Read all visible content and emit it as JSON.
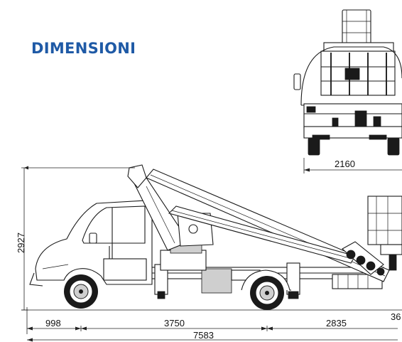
{
  "title": "DIMENSIONI",
  "colors": {
    "title": "#1f5aa6",
    "line": "#1a1a1a",
    "background": "#ffffff"
  },
  "dimensions": {
    "front_width": "2160",
    "height": "2927",
    "front_overhang": "998",
    "wheelbase": "3750",
    "rear_overhang": "2835",
    "total_length": "7583",
    "partial_label": "36"
  }
}
